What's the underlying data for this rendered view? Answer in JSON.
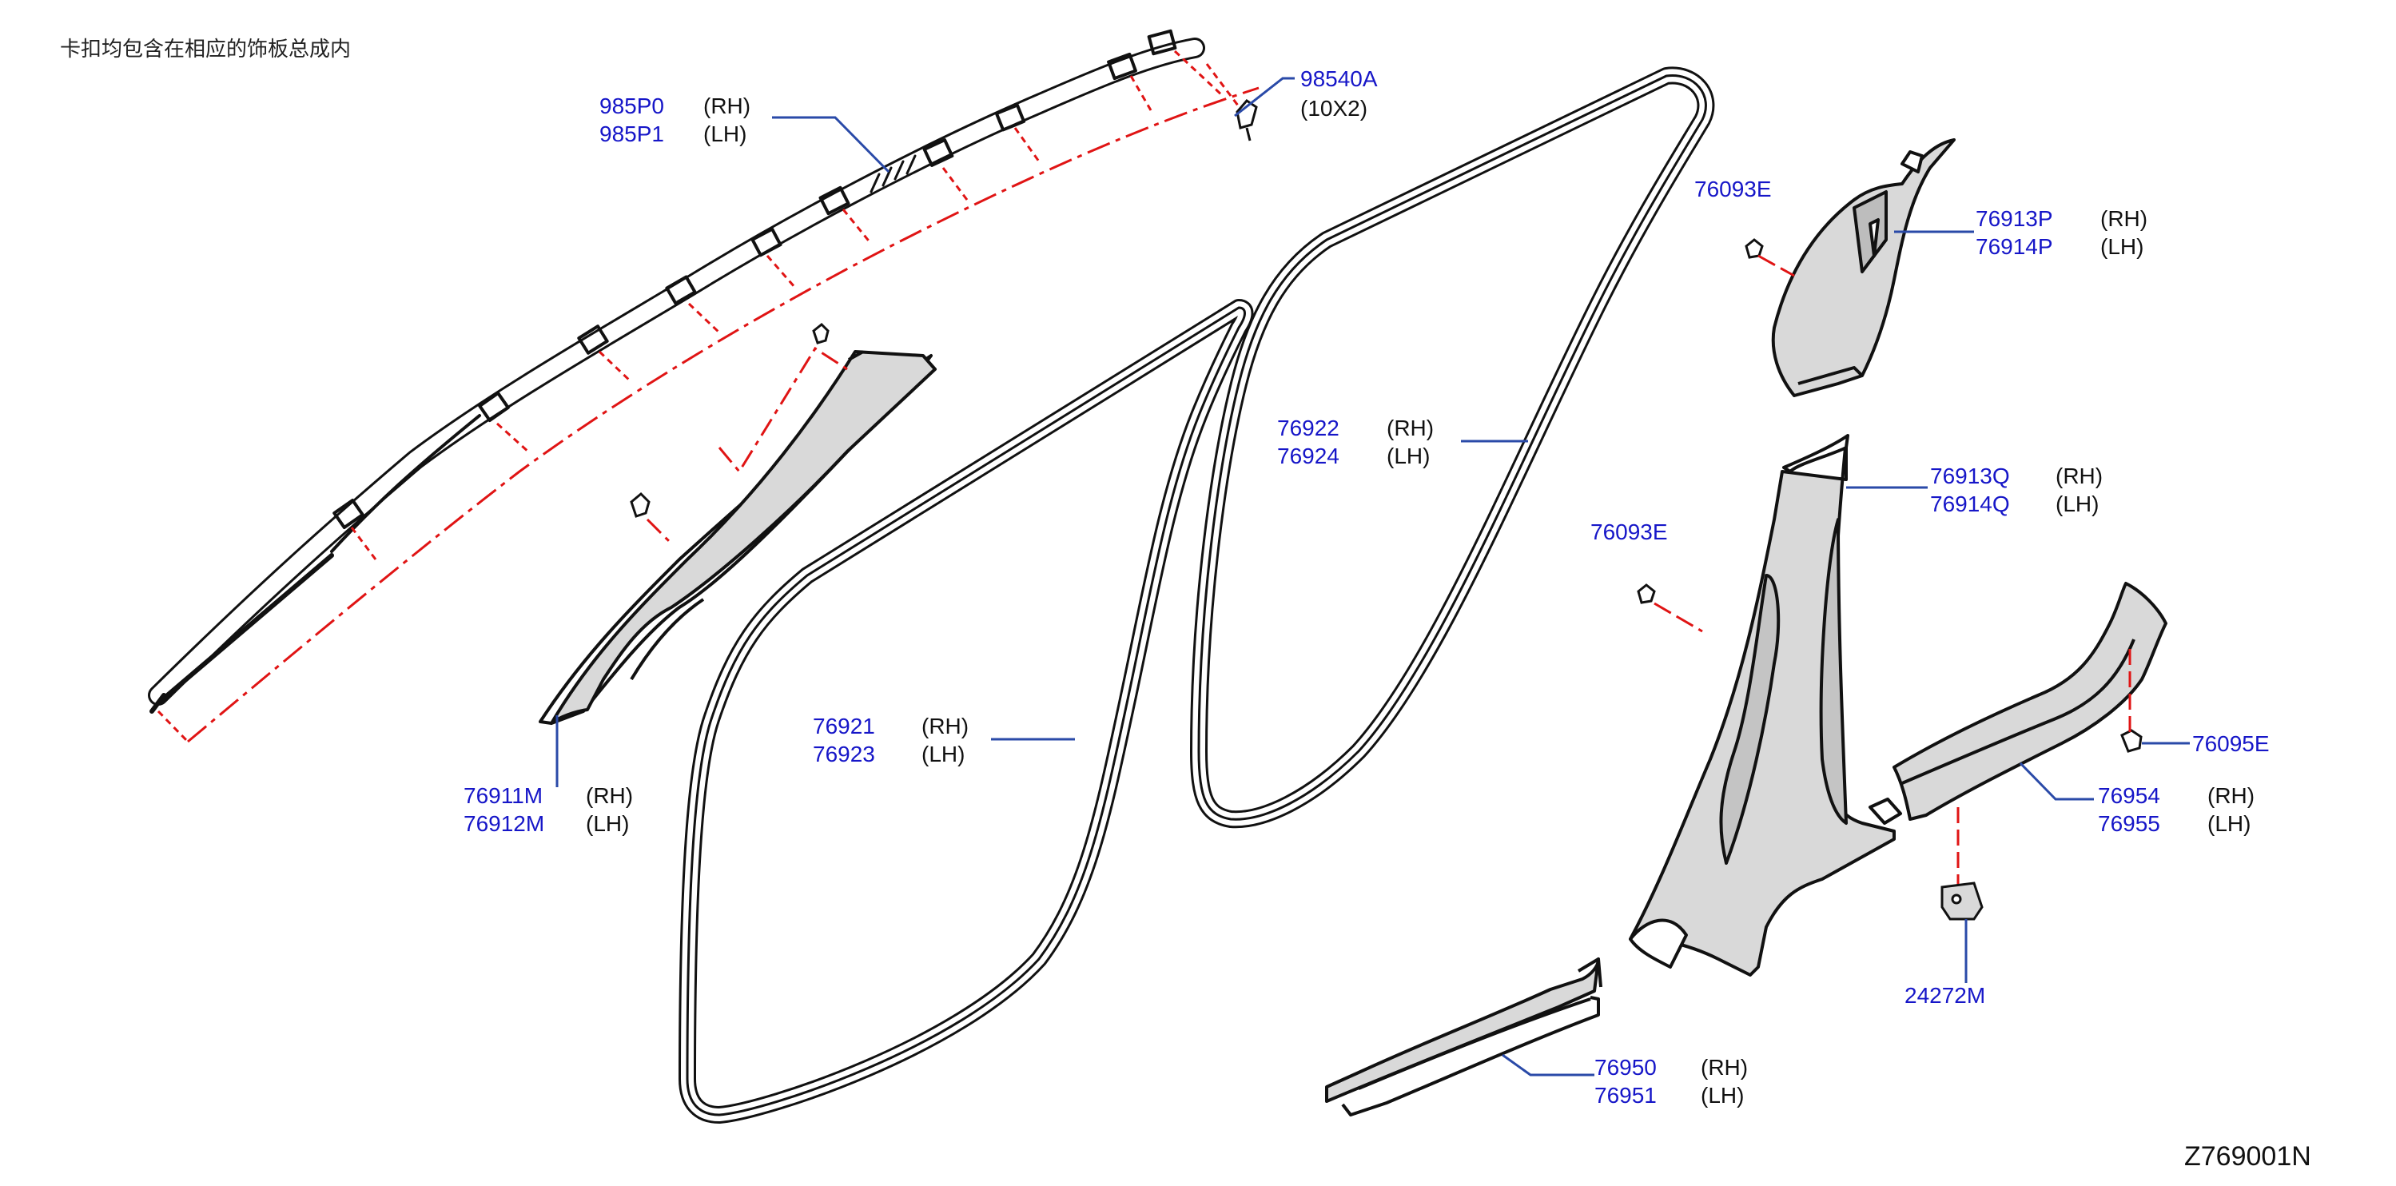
{
  "note": "卡扣均包含在相应的饰板总成内",
  "diagram_code": "Z769001N",
  "colors": {
    "part_number": "#1616c8",
    "leader": "#2a4aa8",
    "centerline": "#e01414",
    "outline": "#111111",
    "fill": "#d0d0d0"
  },
  "callouts": {
    "airbag": {
      "pn_rh": "985P0",
      "side_rh": "(RH)",
      "pn_lh": "985P1",
      "side_lh": "(LH)"
    },
    "screw": {
      "pn": "98540A",
      "qty": "(10X2)"
    },
    "clip_upper": {
      "pn": "76093E"
    },
    "pillar_upper": {
      "pn_rh": "76913P",
      "side_rh": "(RH)",
      "pn_lh": "76914P",
      "side_lh": "(LH)"
    },
    "weatherstrip_rear": {
      "pn_rh": "76922",
      "side_rh": "(RH)",
      "pn_lh": "76924",
      "side_lh": "(LH)"
    },
    "clip_lower": {
      "pn": "76093E"
    },
    "pillar_lower": {
      "pn_rh": "76913Q",
      "side_rh": "(RH)",
      "pn_lh": "76914Q",
      "side_lh": "(LH)"
    },
    "clip_sill": {
      "pn": "76095E"
    },
    "weatherstrip_front": {
      "pn_rh": "76921",
      "side_rh": "(RH)",
      "pn_lh": "76923",
      "side_lh": "(LH)"
    },
    "sill_rear": {
      "pn_rh": "76954",
      "side_rh": "(RH)",
      "pn_lh": "76955",
      "side_lh": "(LH)"
    },
    "a_pillar": {
      "pn_rh": "76911M",
      "side_rh": "(RH)",
      "pn_lh": "76912M",
      "side_lh": "(LH)"
    },
    "bracket": {
      "pn": "24272M"
    },
    "sill_front": {
      "pn_rh": "76950",
      "side_rh": "(RH)",
      "pn_lh": "76951",
      "side_lh": "(LH)"
    }
  }
}
